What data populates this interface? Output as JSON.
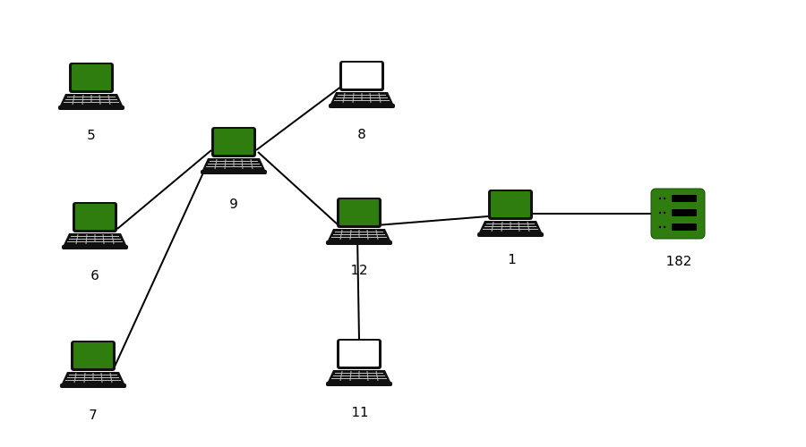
{
  "colors": {
    "active_screen": "#2e7d0e",
    "inactive_screen": "#ffffff",
    "link": "#000000",
    "device_body": "#111111",
    "server": "#2e7d0e"
  },
  "nodes": [
    {
      "id": "5",
      "label": "5",
      "type": "laptop",
      "status": "active"
    },
    {
      "id": "8",
      "label": "8",
      "type": "laptop",
      "status": "inactive"
    },
    {
      "id": "9",
      "label": "9",
      "type": "laptop",
      "status": "active"
    },
    {
      "id": "6",
      "label": "6",
      "type": "laptop",
      "status": "active"
    },
    {
      "id": "12",
      "label": "12",
      "type": "laptop",
      "status": "active"
    },
    {
      "id": "1",
      "label": "1",
      "type": "laptop",
      "status": "active"
    },
    {
      "id": "182",
      "label": "182",
      "type": "server",
      "status": "active"
    },
    {
      "id": "7",
      "label": "7",
      "type": "laptop",
      "status": "active"
    },
    {
      "id": "11",
      "label": "11",
      "type": "laptop",
      "status": "inactive"
    }
  ],
  "links": [
    {
      "from": "9",
      "to": "8"
    },
    {
      "from": "9",
      "to": "6"
    },
    {
      "from": "9",
      "to": "7"
    },
    {
      "from": "9",
      "to": "12"
    },
    {
      "from": "12",
      "to": "1"
    },
    {
      "from": "12",
      "to": "11"
    },
    {
      "from": "1",
      "to": "182"
    }
  ]
}
